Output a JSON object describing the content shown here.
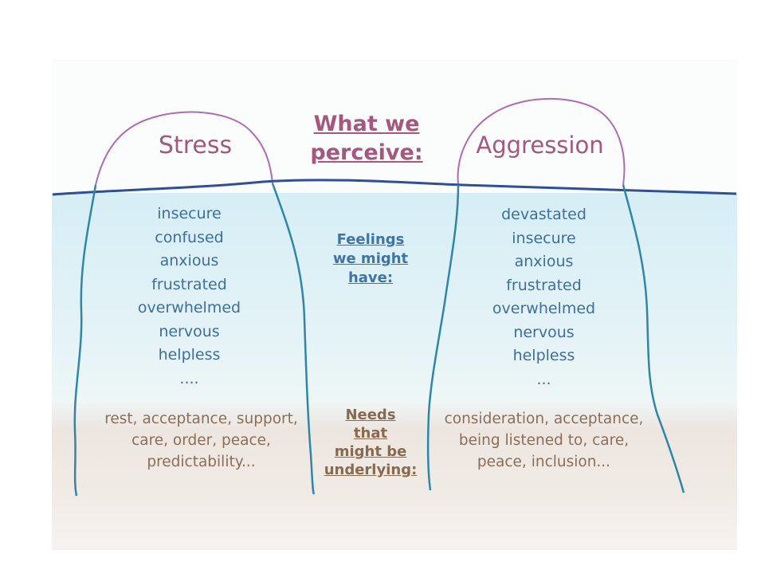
{
  "center": {
    "title_lines": [
      "What we",
      "perceive:"
    ],
    "feelings_header": [
      "Feelings",
      "we might",
      "have:"
    ],
    "needs_header": [
      "Needs",
      "that",
      "might be",
      "underlying:"
    ]
  },
  "left_iceberg": {
    "title": "Stress",
    "feelings": [
      "insecure",
      "confused",
      "anxious",
      "frustrated",
      "overwhelmed",
      "nervous",
      "helpless",
      "...."
    ],
    "needs": [
      "rest, acceptance, support,",
      "care, order, peace,",
      "predictability..."
    ]
  },
  "right_iceberg": {
    "title": "Aggression",
    "feelings": [
      "devastated",
      "insecure",
      "anxious",
      "frustrated",
      "overwhelmed",
      "nervous",
      "helpless",
      "..."
    ],
    "needs": [
      "consideration, acceptance,",
      "being listened to, care,",
      "peace, inclusion..."
    ]
  },
  "colors": {
    "water_line": "#2f4f9a",
    "iceberg_top": "#b06bb8",
    "iceberg_body": "#2f86a8",
    "title": "#a5577f"
  }
}
